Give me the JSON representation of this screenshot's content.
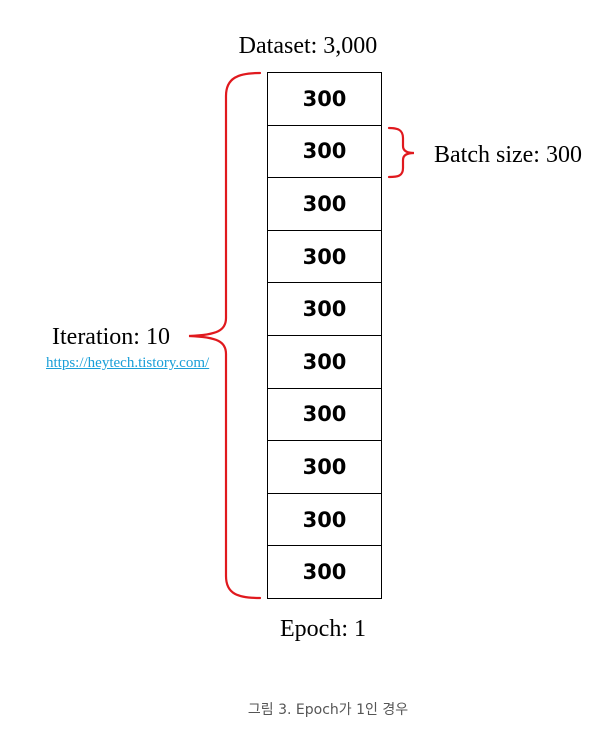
{
  "diagram": {
    "title": "Dataset: 3,000",
    "batches": [
      "300",
      "300",
      "300",
      "300",
      "300",
      "300",
      "300",
      "300",
      "300",
      "300"
    ],
    "batch_size_label": "Batch size: 300",
    "iteration_label": "Iteration: 10",
    "source_url": "https://heytech.tistory.com/",
    "epoch_label": "Epoch: 1",
    "brace_color": "#e0191e",
    "link_color": "#1a9fd8"
  },
  "caption": "그림 3. Epoch가 1인 경우"
}
